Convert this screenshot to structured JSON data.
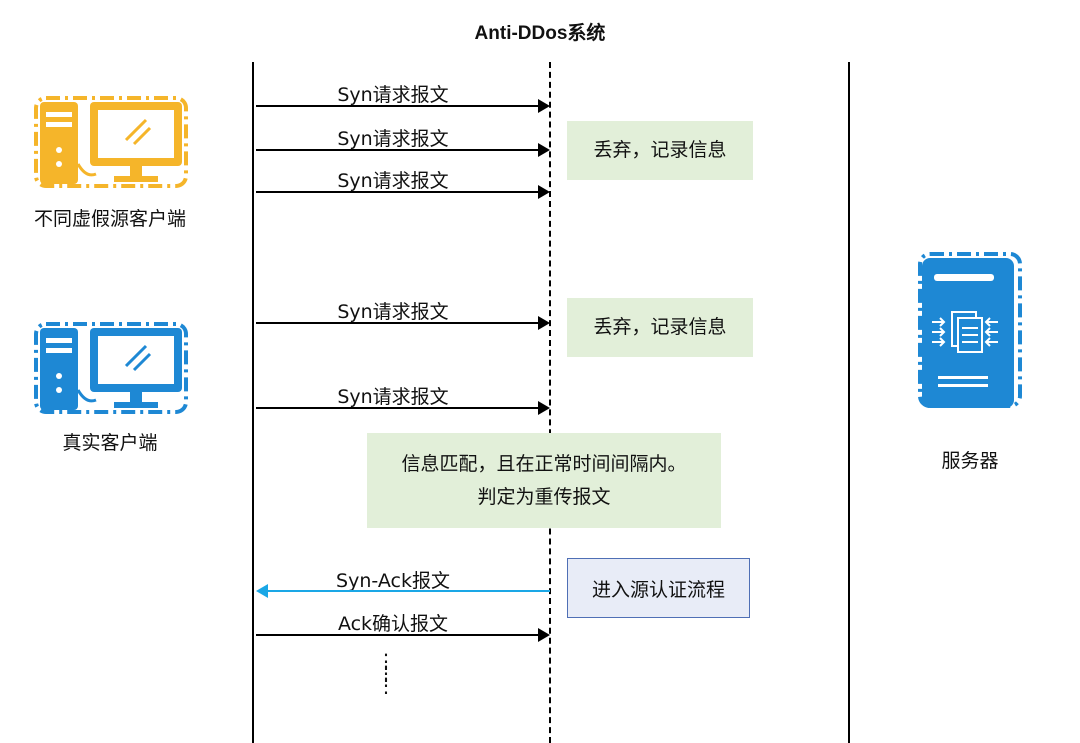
{
  "title": "Anti-DDos系统",
  "actors": {
    "fake_clients": "不同虚假源客户端",
    "real_client": "真实客户端",
    "server": "服务器"
  },
  "messages": [
    "Syn请求报文",
    "Syn请求报文",
    "Syn请求报文",
    "Syn请求报文",
    "Syn请求报文",
    "Syn-Ack报文",
    "Ack确认报文"
  ],
  "notes": {
    "discard_1": "丢弃，记录信息",
    "discard_2": "丢弃，记录信息",
    "match_line1": "信息匹配，且在正常时间间隔内。",
    "match_line2": "判定为重传报文",
    "auth": "进入源认证流程"
  },
  "continuation": "⋮",
  "colors": {
    "fake_client": "#f5b52a",
    "real_client": "#1e88d4",
    "server": "#1e88d4",
    "note_green": "#e2efd9",
    "note_blue": "#e8ecf7",
    "syn_ack_arrow": "#1aa7e6"
  }
}
